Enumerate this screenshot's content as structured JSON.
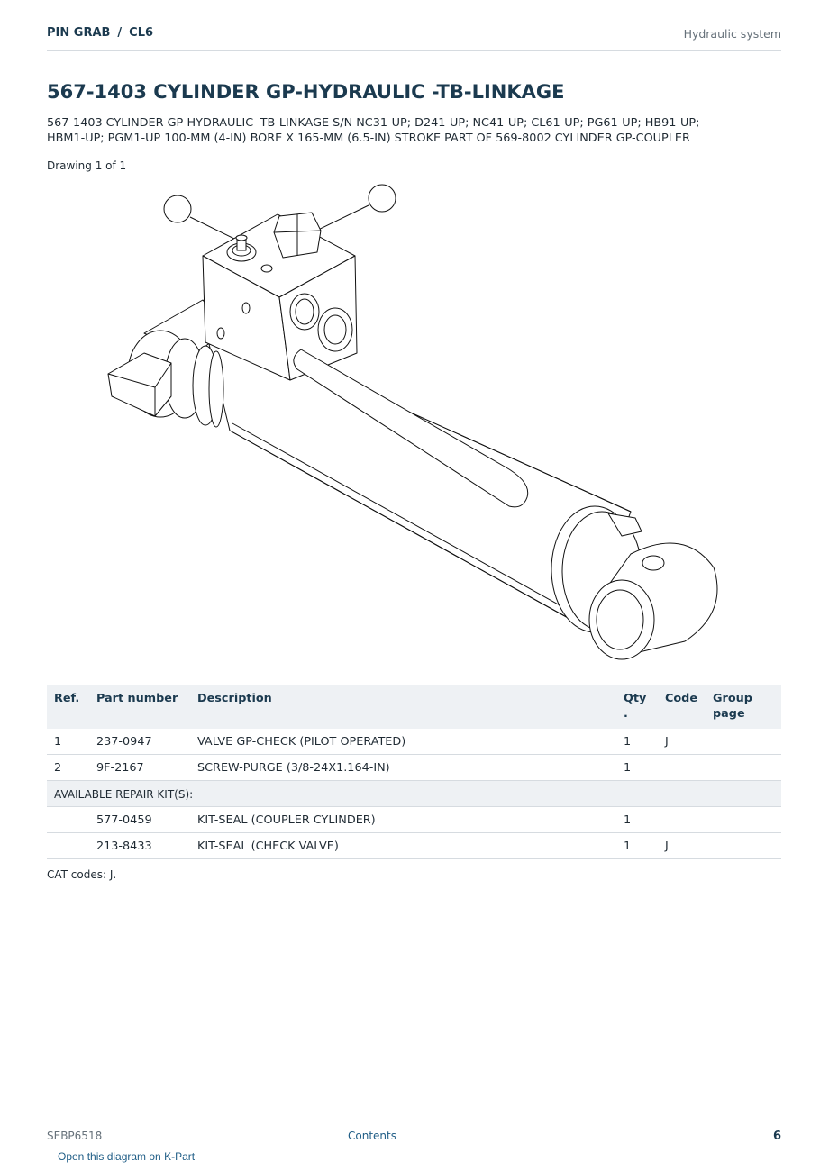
{
  "header": {
    "breadcrumb": [
      "PIN GRAB",
      "CL6"
    ],
    "section": "Hydraulic system"
  },
  "title": "567-1403 CYLINDER GP-HYDRAULIC -TB-LINKAGE",
  "description_lines": [
    "567-1403 CYLINDER GP-HYDRAULIC -TB-LINKAGE S/N NC31-UP; D241-UP; NC41-UP; CL61-UP; PG61-UP; HB91-UP;",
    "HBM1-UP; PGM1-UP 100-MM (4-IN) BORE X 165-MM (6.5-IN) STROKE PART OF 569-8002 CYLINDER GP-COUPLER"
  ],
  "drawing_label": "Drawing 1 of 1",
  "table": {
    "headers": {
      "ref": "Ref.",
      "part_number": "Part number",
      "description": "Description",
      "qty_line1": "Qty",
      "qty_line2": ".",
      "code": "Code",
      "group_line1": "Group",
      "group_line2": "page"
    },
    "rows": [
      {
        "ref": "1",
        "part_number": "237-0947",
        "description": "VALVE GP-CHECK (PILOT OPERATED)",
        "qty": "1",
        "code": "J",
        "group": ""
      },
      {
        "ref": "2",
        "part_number": "9F-2167",
        "description": "SCREW-PURGE (3/8-24X1.164-IN)",
        "qty": "1",
        "code": "",
        "group": ""
      }
    ],
    "kit_header": "AVAILABLE REPAIR KIT(S):",
    "kit_rows": [
      {
        "ref": "",
        "part_number": "577-0459",
        "description": "KIT-SEAL (COUPLER CYLINDER)",
        "qty": "1",
        "code": "",
        "group": ""
      },
      {
        "ref": "",
        "part_number": "213-8433",
        "description": "KIT-SEAL (CHECK VALVE)",
        "qty": "1",
        "code": "J",
        "group": ""
      }
    ]
  },
  "cat_codes": "CAT codes: J.",
  "footer": {
    "doc_id": "SEBP6518",
    "contents_link": "Contents",
    "page_number": "6"
  },
  "kpart_link": "Open this diagram on K-Part"
}
